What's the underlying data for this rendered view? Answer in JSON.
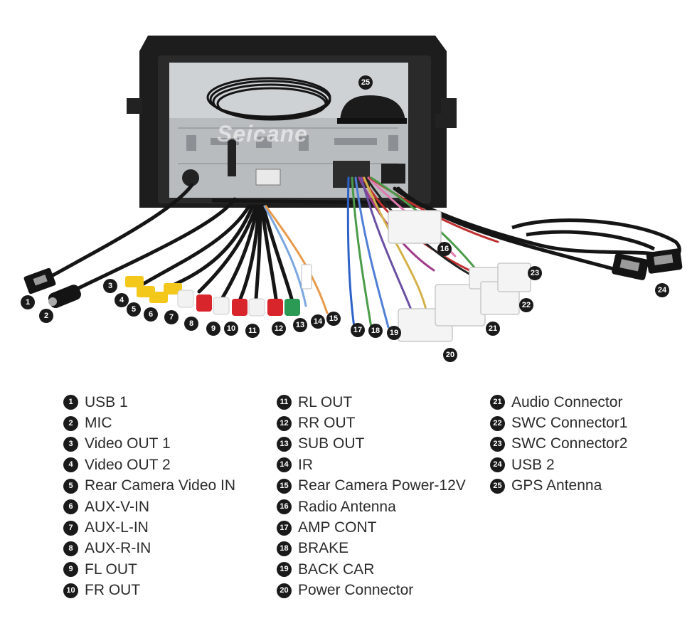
{
  "watermark": "Seicane",
  "colors": {
    "badge": "#1a1a1a",
    "text": "#2b2b2b"
  },
  "connectors": [
    {
      "num": "1",
      "label": "USB 1"
    },
    {
      "num": "2",
      "label": "MIC"
    },
    {
      "num": "3",
      "label": "Video OUT 1"
    },
    {
      "num": "4",
      "label": "Video OUT 2"
    },
    {
      "num": "5",
      "label": "Rear Camera Video IN"
    },
    {
      "num": "6",
      "label": "AUX-V-IN"
    },
    {
      "num": "7",
      "label": "AUX-L-IN"
    },
    {
      "num": "8",
      "label": "AUX-R-IN"
    },
    {
      "num": "9",
      "label": "FL OUT"
    },
    {
      "num": "10",
      "label": "FR OUT"
    },
    {
      "num": "11",
      "label": "RL OUT"
    },
    {
      "num": "12",
      "label": "RR OUT"
    },
    {
      "num": "13",
      "label": "SUB OUT"
    },
    {
      "num": "14",
      "label": "IR"
    },
    {
      "num": "15",
      "label": "Rear Camera Power-12V"
    },
    {
      "num": "16",
      "label": "Radio Antenna"
    },
    {
      "num": "17",
      "label": "AMP CONT"
    },
    {
      "num": "18",
      "label": "BRAKE"
    },
    {
      "num": "19",
      "label": "BACK CAR"
    },
    {
      "num": "20",
      "label": "Power Connector"
    },
    {
      "num": "21",
      "label": "Audio Connector"
    },
    {
      "num": "22",
      "label": "SWC Connector1"
    },
    {
      "num": "23",
      "label": "SWC Connector2"
    },
    {
      "num": "24",
      "label": "USB 2"
    },
    {
      "num": "25",
      "label": "GPS Antenna"
    }
  ]
}
